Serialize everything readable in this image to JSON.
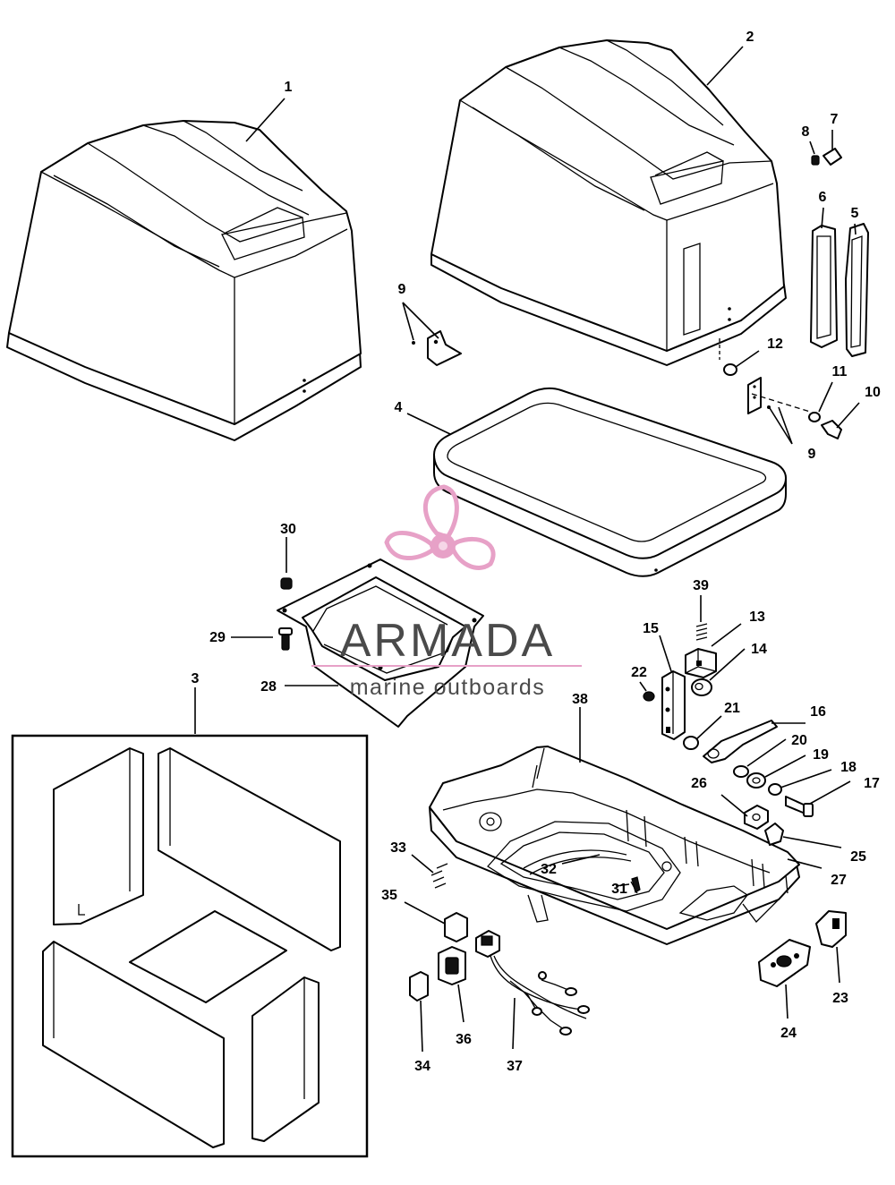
{
  "watermark": {
    "brand": "ARMADA",
    "tagline": "marine outboards",
    "accent_color": "#e7a1c7",
    "text_color": "#4a4a4a"
  },
  "callouts": [
    {
      "id": "1",
      "text": "1"
    },
    {
      "id": "2",
      "text": "2"
    },
    {
      "id": "3",
      "text": "3"
    },
    {
      "id": "4",
      "text": "4"
    },
    {
      "id": "5",
      "text": "5"
    },
    {
      "id": "6",
      "text": "6"
    },
    {
      "id": "7",
      "text": "7"
    },
    {
      "id": "8",
      "text": "8"
    },
    {
      "id": "9a",
      "text": "9"
    },
    {
      "id": "9b",
      "text": "9"
    },
    {
      "id": "10",
      "text": "10"
    },
    {
      "id": "11",
      "text": "11"
    },
    {
      "id": "12",
      "text": "12"
    },
    {
      "id": "13",
      "text": "13"
    },
    {
      "id": "14",
      "text": "14"
    },
    {
      "id": "15",
      "text": "15"
    },
    {
      "id": "16",
      "text": "16"
    },
    {
      "id": "17",
      "text": "17"
    },
    {
      "id": "18",
      "text": "18"
    },
    {
      "id": "19",
      "text": "19"
    },
    {
      "id": "20",
      "text": "20"
    },
    {
      "id": "21",
      "text": "21"
    },
    {
      "id": "22",
      "text": "22"
    },
    {
      "id": "23",
      "text": "23"
    },
    {
      "id": "24",
      "text": "24"
    },
    {
      "id": "25",
      "text": "25"
    },
    {
      "id": "26",
      "text": "26"
    },
    {
      "id": "27",
      "text": "27"
    },
    {
      "id": "28",
      "text": "28"
    },
    {
      "id": "29",
      "text": "29"
    },
    {
      "id": "30",
      "text": "30"
    },
    {
      "id": "31",
      "text": "31"
    },
    {
      "id": "32",
      "text": "32"
    },
    {
      "id": "33",
      "text": "33"
    },
    {
      "id": "34",
      "text": "34"
    },
    {
      "id": "35",
      "text": "35"
    },
    {
      "id": "36",
      "text": "36"
    },
    {
      "id": "37",
      "text": "37"
    },
    {
      "id": "38",
      "text": "38"
    },
    {
      "id": "39",
      "text": "39"
    }
  ]
}
